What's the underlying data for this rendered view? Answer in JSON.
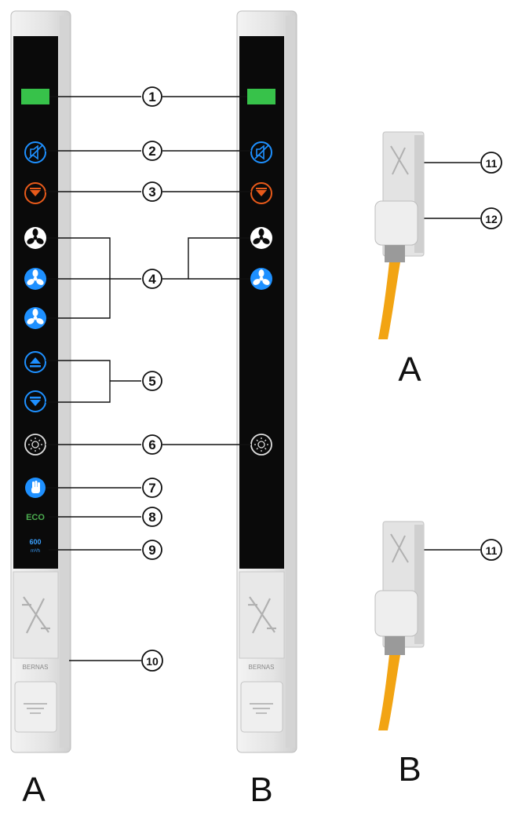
{
  "callouts": [
    "1",
    "2",
    "3",
    "4",
    "5",
    "6",
    "7",
    "8",
    "9",
    "10",
    "11",
    "12"
  ],
  "panel_text": {
    "eco": "ECO",
    "speed_value": "600",
    "speed_unit": "m³/h",
    "brand": "BERNAS"
  },
  "figure_labels": {
    "panel_a": "A",
    "panel_b": "B",
    "connector_a": "A",
    "connector_b": "B"
  },
  "icons": [
    "status-led",
    "mute-icon",
    "alert-icon",
    "fan-low-icon",
    "fan-mid-icon",
    "fan-high-icon",
    "lift-up-icon",
    "lift-down-icon",
    "light-icon",
    "manual-hand-icon"
  ],
  "colors": {
    "panel": "#0a0a0a",
    "frame": "#e6e6e6",
    "led": "#37c24a",
    "blue": "#1e90ff",
    "orange": "#e85a1a",
    "cable": "#f2a413",
    "line": "#111111"
  }
}
